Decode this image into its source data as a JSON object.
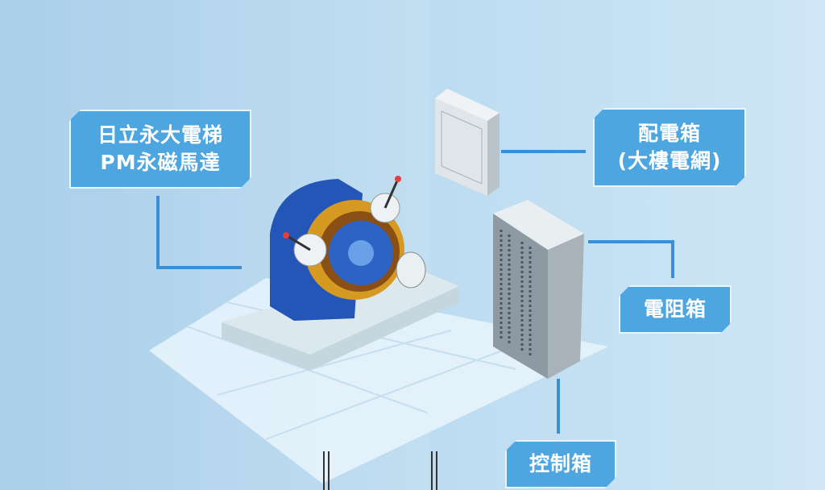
{
  "labels": {
    "motor": {
      "line1": "日立永大電梯",
      "line2": "PM永磁馬達"
    },
    "distribution_box": {
      "line1": "配電箱",
      "line2": "(大樓電網)"
    },
    "resistor_box": {
      "line1": "電阻箱"
    },
    "control_box": {
      "line1": "控制箱"
    }
  },
  "colors": {
    "label_fill": "#4da6e0",
    "connector": "#3b8fd6",
    "motor_blue": "#2456b8",
    "motor_gold": "#d69a22"
  }
}
